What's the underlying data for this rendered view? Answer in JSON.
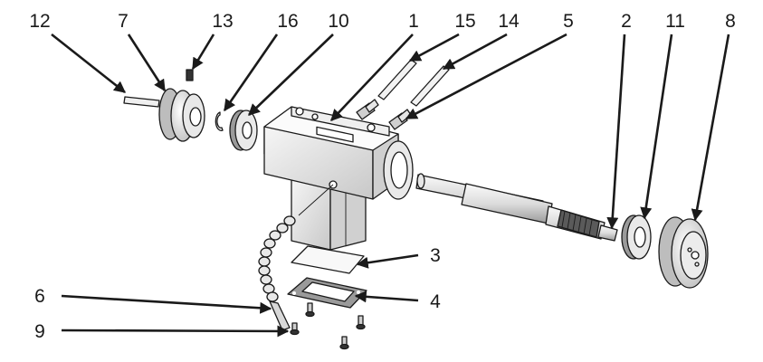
{
  "callouts": {
    "c1": "1",
    "c2": "2",
    "c3": "3",
    "c4": "4",
    "c5": "5",
    "c6": "6",
    "c7": "7",
    "c8": "8",
    "c9": "9",
    "c10": "10",
    "c11": "11",
    "c12": "12",
    "c13": "13",
    "c14": "14",
    "c15": "15",
    "c16": "16"
  },
  "colors": {
    "ink": "#1a1a1a",
    "light": "#f2f2f2",
    "mid": "#d6d6d6",
    "dark": "#8a8a8a"
  }
}
